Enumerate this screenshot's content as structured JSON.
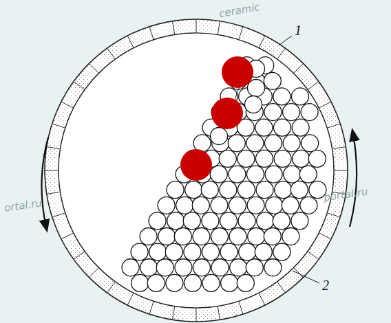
{
  "diagram": {
    "labels": [
      "1",
      "2",
      "ceramic",
      "ortal.ru",
      "portal.ru"
    ]
  }
}
